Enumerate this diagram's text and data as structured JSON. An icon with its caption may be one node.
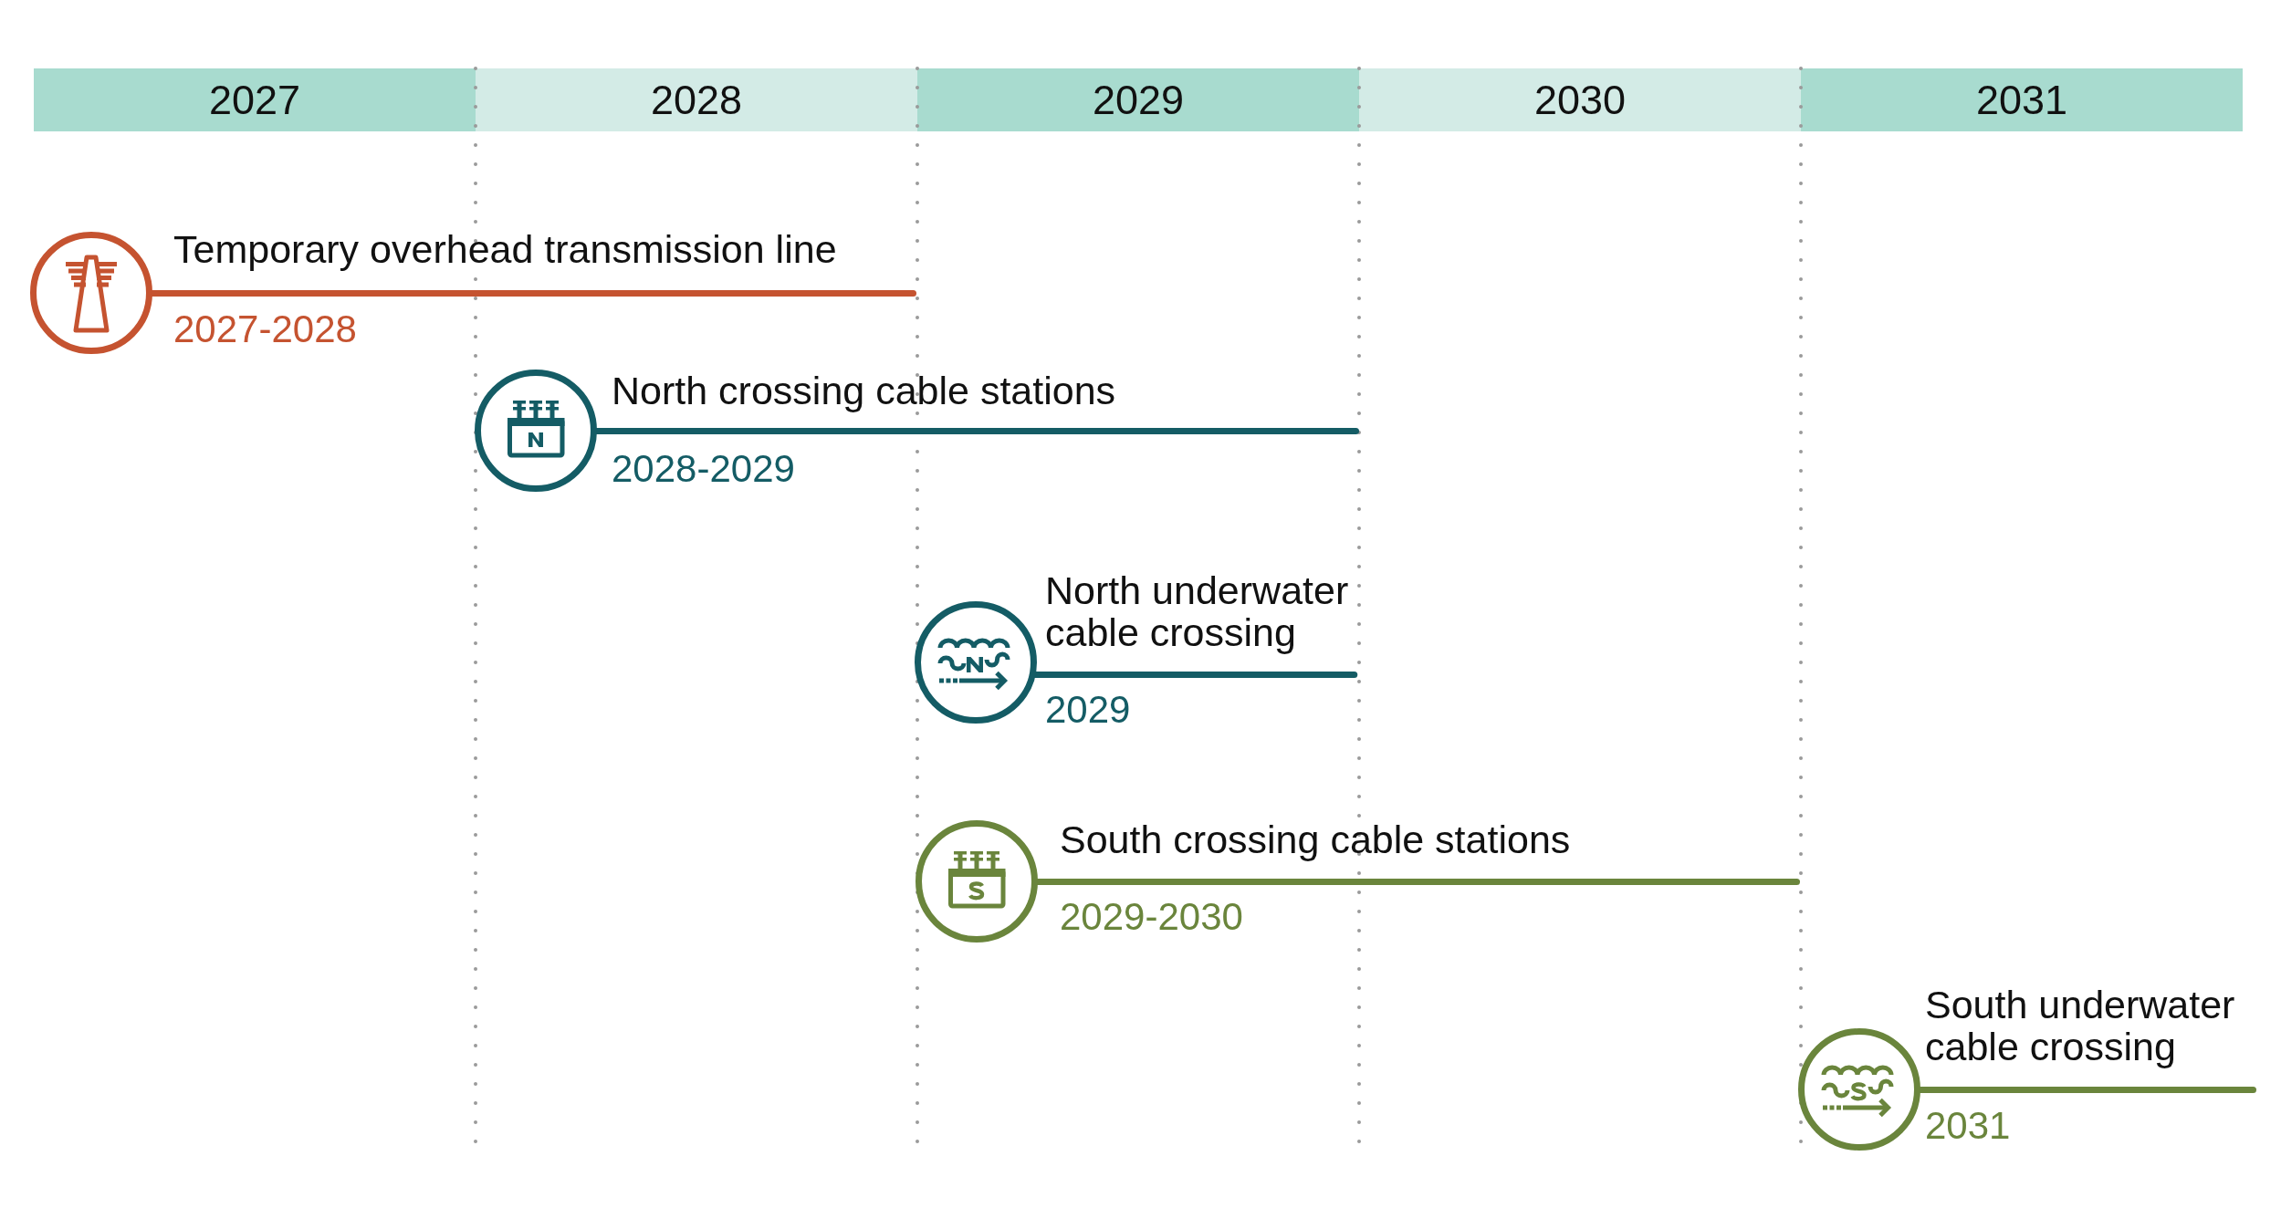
{
  "diagram": {
    "nodes": [
      {
        "text": [
          "2027"
        ]
      },
      {
        "text": [
          "2028"
        ]
      },
      {
        "text": [
          "2029"
        ]
      },
      {
        "text": [
          "2030"
        ]
      },
      {
        "text": [
          "2031"
        ]
      },
      {
        "text": [
          "Temporary overhead transmission line",
          "2027-2028"
        ]
      },
      {
        "text": [
          "North crossing cable stations",
          "2028-2029"
        ]
      },
      {
        "text": [
          "North underwater cable crossing",
          "2029"
        ]
      },
      {
        "text": [
          "South crossing cable stations",
          "2029-2030"
        ]
      },
      {
        "text": [
          "South underwater cable crossing",
          "2031"
        ]
      }
    ]
  }
}
